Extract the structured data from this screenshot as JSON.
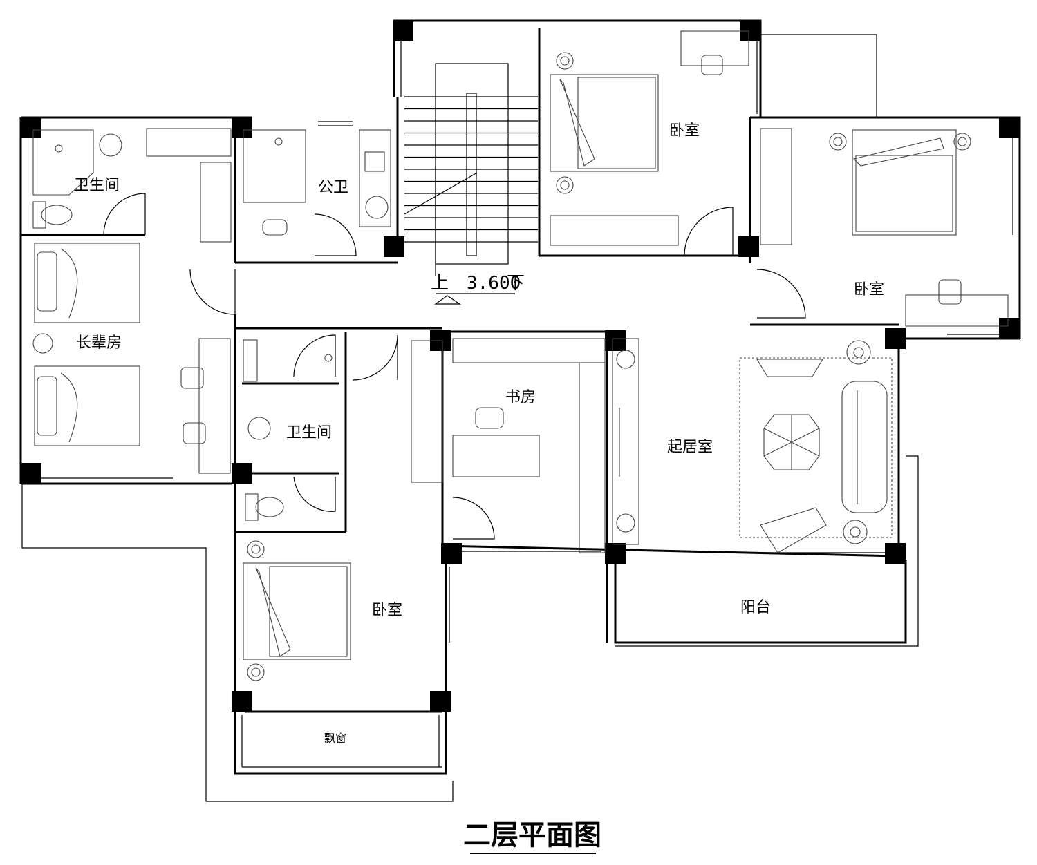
{
  "title": "二层平面图",
  "rooms": {
    "bath_top_left": "卫生间",
    "public_wc": "公卫",
    "bedroom_top": "卧室",
    "bedroom_right": "卧室",
    "elder_room": "长辈房",
    "study": "书房",
    "bath_middle": "卫生间",
    "living_room": "起居室",
    "bedroom_bottom": "卧室",
    "balcony": "阳台",
    "bay_window": "飘窗"
  },
  "stair": {
    "up_label": "上",
    "down_label": "下",
    "level": "3.600"
  },
  "colors": {
    "line": "#000000",
    "background": "#ffffff",
    "furniture": "#444444"
  }
}
